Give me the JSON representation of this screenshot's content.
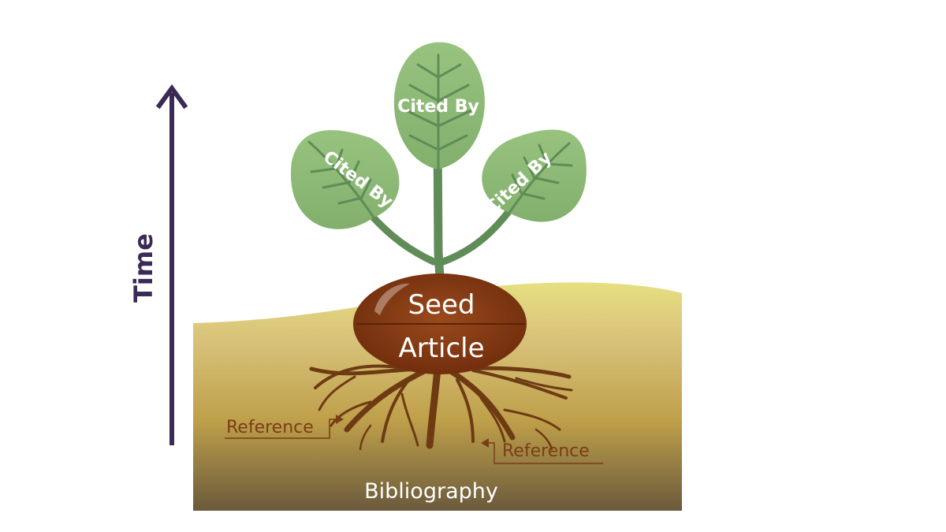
{
  "time_axis": {
    "label": "Time",
    "color": "#3b2a55"
  },
  "plant": {
    "leaves": [
      {
        "id": "left",
        "label": "Cited By"
      },
      {
        "id": "center",
        "label": "Cited By"
      },
      {
        "id": "right",
        "label": "Cited By"
      }
    ],
    "seed": {
      "line1": "Seed",
      "line2": "Article"
    }
  },
  "roots": {
    "references": [
      {
        "id": "left",
        "label": "Reference"
      },
      {
        "id": "right",
        "label": "Reference"
      }
    ]
  },
  "soil": {
    "label": "Bibliography"
  },
  "colors": {
    "leaf_fill": "#8fbd78",
    "leaf_vein": "#5f8c57",
    "stem": "#5f8c57",
    "seed": "#8a3b12",
    "root": "#6e3a14",
    "reference_text": "#7a3e16",
    "soil_top": "#e3dc7c",
    "soil_bottom": "#6b5a3c"
  }
}
